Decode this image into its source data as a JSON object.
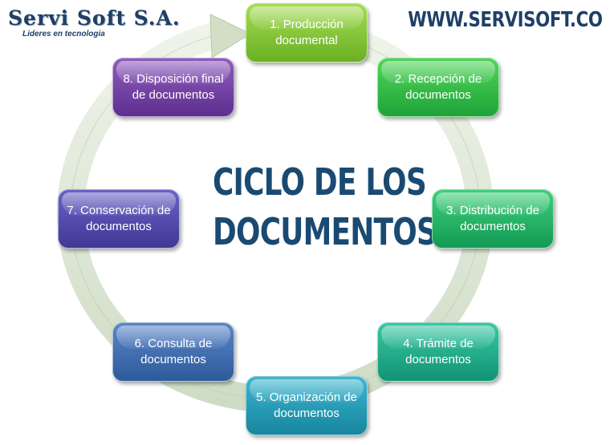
{
  "brand": {
    "logo_name": "Servi Soft S.A.",
    "tagline": "Lideres en tecnologia",
    "website": "WWW.SERVISOFT.CO"
  },
  "diagram": {
    "title_line1": "CICLO DE LOS",
    "title_line2": "DOCUMENTOS",
    "stages": [
      {
        "label": "1. Producción documental"
      },
      {
        "label": "2. Recepción de documentos"
      },
      {
        "label": "3. Distribución de documentos"
      },
      {
        "label": "4. Trámite de documentos"
      },
      {
        "label": "5. Organización de documentos"
      },
      {
        "label": "6. Consulta de documentos"
      },
      {
        "label": "7. Conservación de documentos"
      },
      {
        "label": "8. Disposición final de documentos"
      }
    ]
  },
  "colors": {
    "brand_navy": "#1f3f68",
    "title_blue": "#1a4a72",
    "ring": "#d6e2cc"
  }
}
